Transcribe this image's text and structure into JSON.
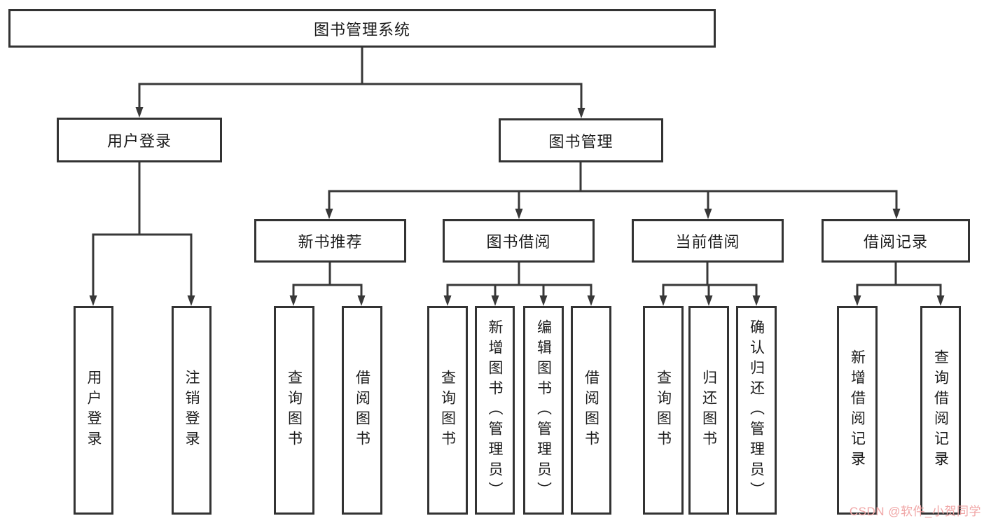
{
  "nodes": {
    "root": "图书管理系统",
    "login": "用户登录",
    "manage": "图书管理",
    "recommend": "新书推荐",
    "borrow": "图书借阅",
    "current": "当前借阅",
    "records": "借阅记录"
  },
  "leaves": [
    {
      "label": "用户登录"
    },
    {
      "label": "注销登录"
    },
    {
      "label": "查询图书"
    },
    {
      "label": "借阅图书"
    },
    {
      "label": "查询图书"
    },
    {
      "label": "新增图书（管理员）"
    },
    {
      "label": "编辑图书（管理员）"
    },
    {
      "label": "借阅图书"
    },
    {
      "label": "查询图书"
    },
    {
      "label": "归还图书"
    },
    {
      "label": "确认归还（管理员）"
    },
    {
      "label": "新增借阅记录"
    },
    {
      "label": "查询借阅记录"
    }
  ],
  "watermark": {
    "text": "CSDN @软件_小贺同学",
    "color": "#f0a6a6"
  },
  "colors": {
    "line": "#383838",
    "box_border": "#333333",
    "text": "#1c1c1c",
    "background": "#ffffff"
  }
}
